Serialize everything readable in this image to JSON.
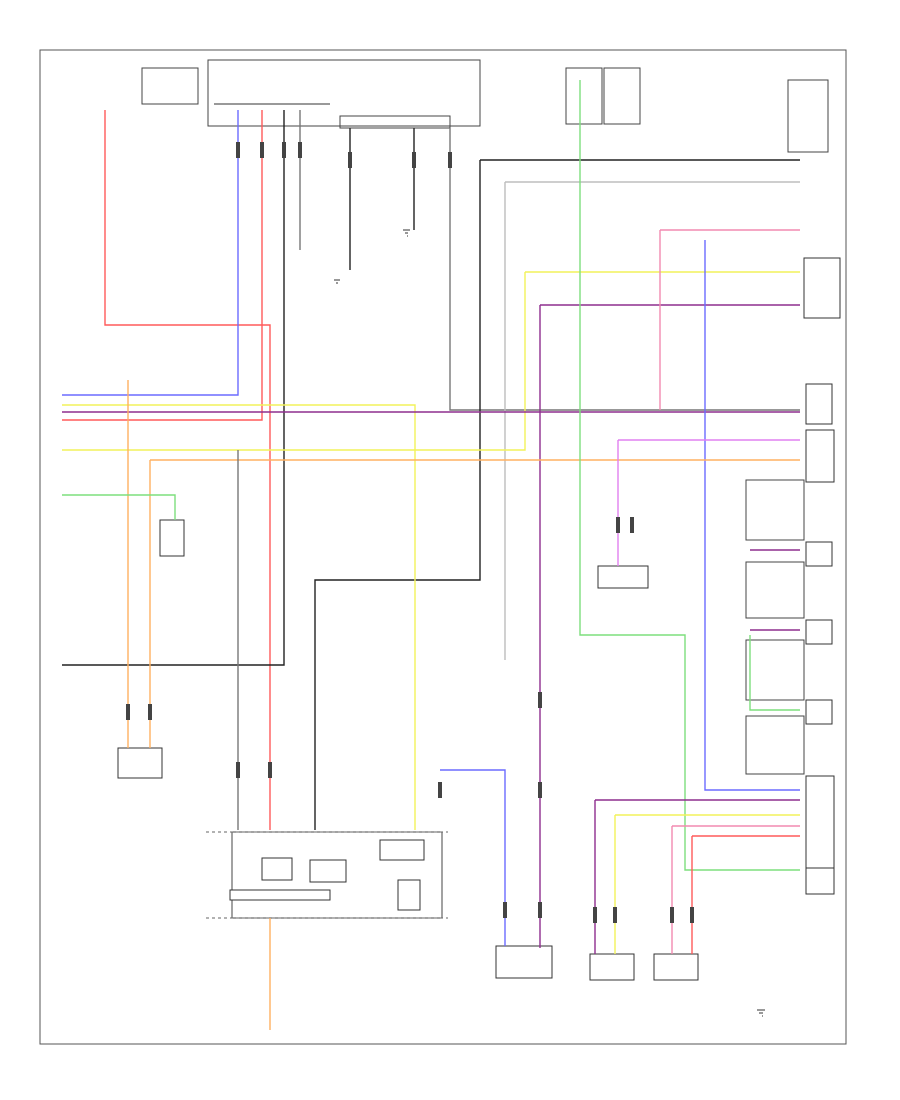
{
  "diagram": {
    "title": "",
    "footer_code": "",
    "colors": {
      "red": "#ff5a5a",
      "blue": "#6b6bff",
      "purple": "#8e2e8e",
      "yellow": "#f2f25a",
      "orange": "#ffb060",
      "green": "#7ddf7d",
      "pink": "#f28ab0",
      "violet": "#e080f0",
      "black": "#222222",
      "gray": "#777777",
      "white": "#bdbdbd"
    },
    "connectors": [
      {
        "name": "driver-seat-motor",
        "label": ""
      },
      {
        "name": "passenger-seat-motor",
        "label": ""
      },
      {
        "name": "front-power-switch",
        "label": ""
      },
      {
        "name": "rear-power-switch",
        "label": ""
      },
      {
        "name": "lumbar-motor",
        "label": ""
      },
      {
        "name": "recline-motor",
        "label": ""
      }
    ],
    "icons": {
      "ground": "ground-icon",
      "motor": "motor-icon",
      "fuse": "fuse-icon",
      "relay": "relay-icon",
      "connector": "connector-icon"
    }
  }
}
